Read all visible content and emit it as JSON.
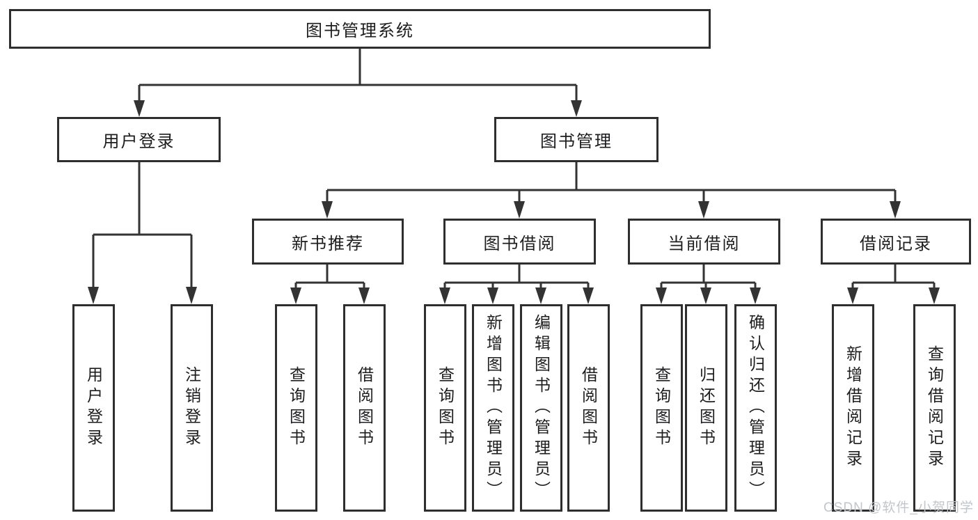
{
  "tree": {
    "root": "图书管理系统",
    "branches": [
      {
        "label": "用户登录",
        "leaves": [
          "用户登录",
          "注销登录"
        ]
      },
      {
        "label": "图书管理",
        "sections": [
          {
            "label": "新书推荐",
            "leaves": [
              "查询图书",
              "借阅图书"
            ]
          },
          {
            "label": "图书借阅",
            "leaves": [
              "查询图书",
              "新增图书（管理员）",
              "编辑图书（管理员）",
              "借阅图书"
            ]
          },
          {
            "label": "当前借阅",
            "leaves": [
              "查询图书",
              "归还图书",
              "确认归还（管理员）"
            ]
          },
          {
            "label": "借阅记录",
            "leaves": [
              "新增借阅记录",
              "查询借阅记录"
            ]
          }
        ]
      }
    ]
  },
  "watermark": "CSDN @软件_小贺同学"
}
